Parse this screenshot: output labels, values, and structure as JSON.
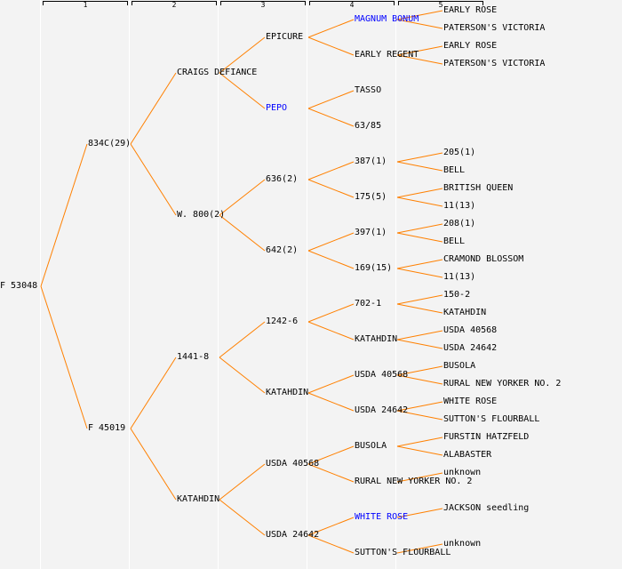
{
  "generations": [
    "1",
    "2",
    "3",
    "4",
    "5"
  ],
  "colors": {
    "line": "#ff8000",
    "highlight": "#0000ff",
    "text": "#000000",
    "background": "#f3f3f3"
  },
  "tree": {
    "name": "F 53048",
    "children": [
      {
        "name": "834C(29)",
        "children": [
          {
            "name": "CRAIGS DEFIANCE",
            "children": [
              {
                "name": "EPICURE",
                "children": [
                  {
                    "name": "MAGNUM BONUM",
                    "highlight": true,
                    "children": [
                      {
                        "name": "EARLY ROSE"
                      },
                      {
                        "name": "PATERSON'S VICTORIA"
                      }
                    ]
                  },
                  {
                    "name": "EARLY REGENT",
                    "children": [
                      {
                        "name": "EARLY ROSE"
                      },
                      {
                        "name": "PATERSON'S VICTORIA"
                      }
                    ]
                  }
                ]
              },
              {
                "name": "PEPO",
                "highlight": true,
                "children": [
                  {
                    "name": "TASSO"
                  },
                  {
                    "name": "63/85"
                  }
                ]
              }
            ]
          },
          {
            "name": "W. 800(2)",
            "children": [
              {
                "name": "636(2)",
                "children": [
                  {
                    "name": "387(1)",
                    "children": [
                      {
                        "name": "205(1)"
                      },
                      {
                        "name": "BELL"
                      }
                    ]
                  },
                  {
                    "name": "175(5)",
                    "children": [
                      {
                        "name": "BRITISH QUEEN"
                      },
                      {
                        "name": "11(13)"
                      }
                    ]
                  }
                ]
              },
              {
                "name": "642(2)",
                "children": [
                  {
                    "name": "397(1)",
                    "children": [
                      {
                        "name": "208(1)"
                      },
                      {
                        "name": "BELL"
                      }
                    ]
                  },
                  {
                    "name": "169(15)",
                    "children": [
                      {
                        "name": "CRAMOND BLOSSOM"
                      },
                      {
                        "name": "11(13)"
                      }
                    ]
                  }
                ]
              }
            ]
          }
        ]
      },
      {
        "name": "F 45019",
        "children": [
          {
            "name": "1441-8",
            "children": [
              {
                "name": "1242-6",
                "children": [
                  {
                    "name": "702-1",
                    "children": [
                      {
                        "name": "150-2"
                      },
                      {
                        "name": "KATAHDIN"
                      }
                    ]
                  },
                  {
                    "name": "KATAHDIN",
                    "children": [
                      {
                        "name": "USDA 40568"
                      },
                      {
                        "name": "USDA 24642"
                      }
                    ]
                  }
                ]
              },
              {
                "name": "KATAHDIN",
                "children": [
                  {
                    "name": "USDA 40568",
                    "children": [
                      {
                        "name": "BUSOLA"
                      },
                      {
                        "name": "RURAL NEW YORKER NO. 2"
                      }
                    ]
                  },
                  {
                    "name": "USDA 24642",
                    "children": [
                      {
                        "name": "WHITE ROSE"
                      },
                      {
                        "name": "SUTTON'S FLOURBALL"
                      }
                    ]
                  }
                ]
              }
            ]
          },
          {
            "name": "KATAHDIN",
            "children": [
              {
                "name": "USDA 40568",
                "children": [
                  {
                    "name": "BUSOLA",
                    "children": [
                      {
                        "name": "FURSTIN HATZFELD"
                      },
                      {
                        "name": "ALABASTER"
                      }
                    ]
                  },
                  {
                    "name": "RURAL NEW YORKER NO. 2",
                    "children": [
                      {
                        "name": "unknown"
                      }
                    ]
                  }
                ]
              },
              {
                "name": "USDA 24642",
                "children": [
                  {
                    "name": "WHITE ROSE",
                    "highlight": true,
                    "children": [
                      {
                        "name": "JACKSON seedling"
                      }
                    ]
                  },
                  {
                    "name": "SUTTON'S FLOURBALL",
                    "children": [
                      {
                        "name": "unknown"
                      }
                    ]
                  }
                ]
              }
            ]
          }
        ]
      }
    ]
  }
}
